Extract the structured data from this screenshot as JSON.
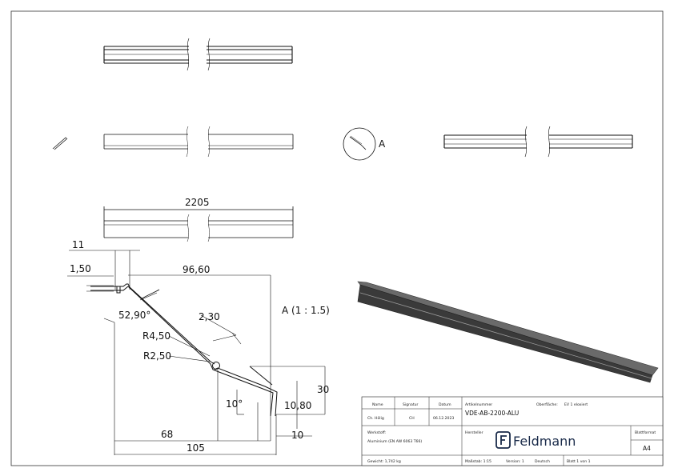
{
  "dimensions": {
    "length": "2205",
    "width_11": "11",
    "thickness_150": "1,50",
    "span_9660": "96,60",
    "angle_5290": "52,90°",
    "wall_230": "2,30",
    "radius_450": "R4,50",
    "radius_250": "R2,50",
    "height_30": "30",
    "lip_1080": "10,80",
    "angle_10": "10°",
    "base_68": "68",
    "tip_10": "10",
    "total_105": "105"
  },
  "detail": {
    "label": "A",
    "section_title": "A (1 : 1.5)"
  },
  "title_block": {
    "name_label": "Name",
    "signature_label": "Signatur",
    "date_label": "Datum",
    "name_value": "Ch. Hölig",
    "signature_value": "CH",
    "date_value": "06.12.2023",
    "article_label": "Artikelnummer",
    "article_value": "VDE-AB-2200-ALU",
    "surface_label": "Oberfläche:",
    "surface_value": "EV 1 eloxiert",
    "material_label": "Werkstoff:",
    "material_value": "Aluminium (EN AW 6063 T66)",
    "manufacturer_label": "Hersteller",
    "brand": "Feldmann",
    "sheet_format_label": "Blattformat",
    "sheet_format_value": "A4",
    "weight": "Gewicht: 1,742 kg",
    "scale": "Maßstab: 1:15",
    "version": "Version: 1",
    "language": "Deutsch",
    "sheet": "Blatt 1 von 1"
  },
  "colors": {
    "line": "#111111",
    "render_dark": "#3a3a3a",
    "render_mid": "#6a6a6a",
    "render_light": "#9a9a9a"
  }
}
